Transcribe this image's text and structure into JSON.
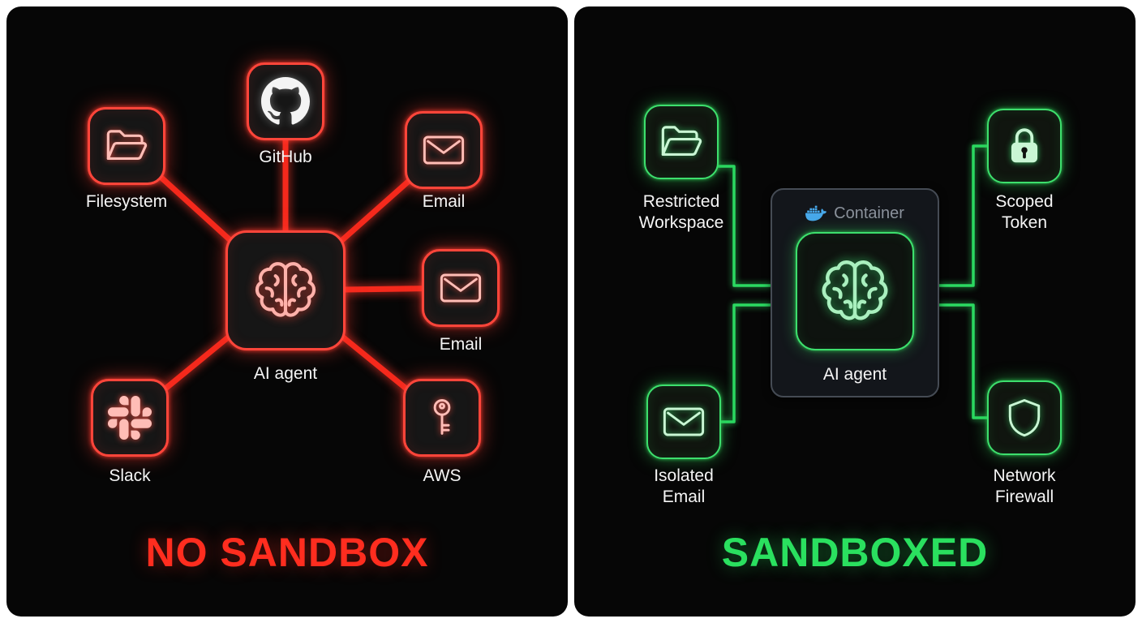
{
  "left_panel": {
    "title": "NO SANDBOX",
    "title_color": "#ff2d1f",
    "agent": {
      "label": "AI agent",
      "icon": "brain-icon"
    },
    "nodes": [
      {
        "id": "filesystem",
        "label": "Filesystem",
        "icon": "folder-icon"
      },
      {
        "id": "github",
        "label": "GitHub",
        "icon": "github-icon"
      },
      {
        "id": "email-top",
        "label": "Email",
        "icon": "envelope-icon"
      },
      {
        "id": "email-right",
        "label": "Email",
        "icon": "envelope-icon"
      },
      {
        "id": "slack",
        "label": "Slack",
        "icon": "slack-icon"
      },
      {
        "id": "aws",
        "label": "AWS",
        "icon": "key-icon"
      }
    ]
  },
  "right_panel": {
    "title": "SANDBOXED",
    "title_color": "#2ae05f",
    "container": {
      "label": "Container",
      "icon": "docker-icon"
    },
    "agent": {
      "label": "AI agent",
      "icon": "brain-icon"
    },
    "nodes": [
      {
        "id": "restricted-workspace",
        "label": "Restricted Workspace",
        "icon": "folder-icon"
      },
      {
        "id": "scoped-token",
        "label": "Scoped Token",
        "icon": "lock-icon"
      },
      {
        "id": "isolated-email",
        "label": "Isolated Email",
        "icon": "envelope-icon"
      },
      {
        "id": "network-firewall",
        "label": "Network Firewall",
        "icon": "shield-icon"
      }
    ]
  },
  "colors": {
    "red_accent": "#ff3b30",
    "green_accent": "#30d158",
    "docker_blue": "#47a8ea",
    "panel_background": "#060606",
    "node_background": "#161616",
    "container_border": "#454b54",
    "container_text": "#8a919b"
  }
}
